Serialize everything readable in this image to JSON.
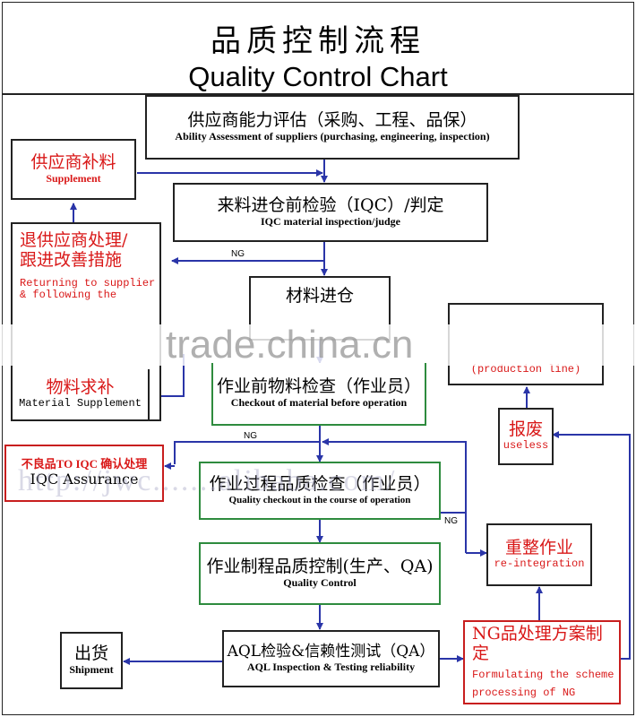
{
  "title": {
    "cn": "品质控制流程",
    "en": "Quality Control Chart"
  },
  "boxes": {
    "ability": {
      "cn": "供应商能力评估（采购、工程、品保）",
      "en": "Ability Assessment of suppliers (purchasing, engineering, inspection)"
    },
    "supplement": {
      "cn": "供应商补料",
      "en": "Supplement"
    },
    "iqc": {
      "cn": "来料进仓前检验（IQC）/判定",
      "en": "IQC material inspection/judge"
    },
    "returning": {
      "cn1": "退供应商处理/",
      "cn2": "跟进改善措施",
      "en1": "Returning to supplier",
      "en2": "& following the"
    },
    "warehouse": {
      "cn": "材料进仓"
    },
    "material_supplement": {
      "cn": "物料求补",
      "en": "Material Supplement"
    },
    "production_line": {
      "en": "(production line)"
    },
    "checkout": {
      "cn": "作业前物料检查（作业员）",
      "en": "Checkout of material before operation"
    },
    "useless": {
      "cn": "报废",
      "en": "useless"
    },
    "iqc_assurance": {
      "cn": "不良品TO IQC  确认处理",
      "en": "IQC Assurance"
    },
    "course": {
      "cn": "作业过程品质检查（作业员）",
      "en": "Quality checkout in the course of operation"
    },
    "reintegration": {
      "cn": "重整作业",
      "en": "re-integration"
    },
    "quality_control": {
      "cn": "作业制程品质控制(生产、QA)",
      "en": "Quality Control"
    },
    "shipment": {
      "cn": "出货",
      "en": "Shipment"
    },
    "aql": {
      "cn": "AQL检验&信赖性测试（QA）",
      "en": "AQL Inspection & Testing reliability"
    },
    "ng_scheme": {
      "cn": "NG品处理方案制定",
      "en1": "Formulating the scheme",
      "en2": "processing of NG"
    }
  },
  "labels": {
    "ng1": "NG",
    "ng2": "NG",
    "ng3": "NG"
  },
  "watermark": {
    "trade": "trade.china.cn",
    "url": "http://jwc.......alibaba.com/"
  },
  "colors": {
    "arrow": "#2a35a8",
    "red_text": "#d91818",
    "green_border": "#2e8b3e",
    "red_border": "#c81e1e"
  }
}
